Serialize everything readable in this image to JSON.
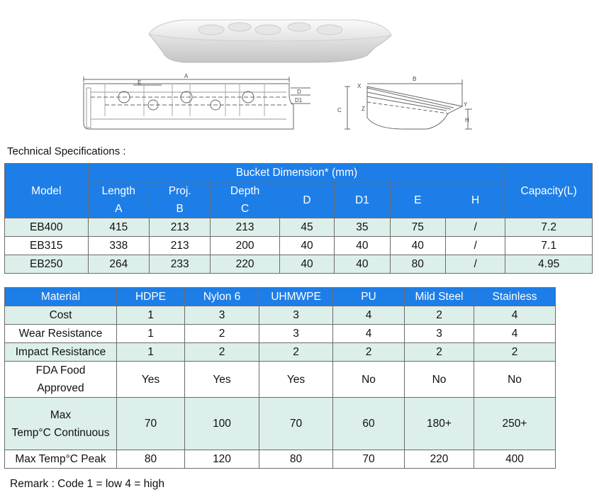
{
  "figure": {
    "front_labels": [
      "A",
      "E",
      "D",
      "D1"
    ],
    "side_labels": [
      "B",
      "X",
      "C",
      "Z",
      "Y",
      "H"
    ]
  },
  "spec_title": "Technical Specifications :",
  "spec_table": {
    "model_header": "Model",
    "group_header": "Bucket Dimension* (mm)",
    "capacity_header": "Capacity(L)",
    "dim_headers": [
      {
        "line1": "Length",
        "line2": "A"
      },
      {
        "line1": "Proj.",
        "line2": "B"
      },
      {
        "line1": "Depth",
        "line2": "C"
      },
      {
        "line1": "D",
        "line2": ""
      },
      {
        "line1": "D1",
        "line2": ""
      },
      {
        "line1": "E",
        "line2": ""
      },
      {
        "line1": "H",
        "line2": ""
      }
    ],
    "rows": [
      [
        "EB400",
        "415",
        "213",
        "213",
        "45",
        "35",
        "75",
        "/",
        "7.2"
      ],
      [
        "EB315",
        "338",
        "213",
        "200",
        "40",
        "40",
        "40",
        "/",
        "7.1"
      ],
      [
        "EB250",
        "264",
        "233",
        "220",
        "40",
        "40",
        "80",
        "/",
        "4.95"
      ]
    ]
  },
  "material_table": {
    "headers": [
      "Material",
      "HDPE",
      "Nylon 6",
      "UHMWPE",
      "PU",
      "Mild Steel",
      "Stainless"
    ],
    "rows": [
      {
        "label": [
          "Cost"
        ],
        "values": [
          "1",
          "3",
          "3",
          "4",
          "2",
          "4"
        ]
      },
      {
        "label": [
          "Wear Resistance"
        ],
        "values": [
          "1",
          "2",
          "3",
          "4",
          "3",
          "4"
        ]
      },
      {
        "label": [
          "Impact Resistance"
        ],
        "values": [
          "1",
          "2",
          "2",
          "2",
          "2",
          "2"
        ]
      },
      {
        "label": [
          "FDA Food",
          "Approved"
        ],
        "values": [
          "Yes",
          "Yes",
          "Yes",
          "No",
          "No",
          "No"
        ]
      },
      {
        "label": [
          "Max",
          "Temp°C Continuous"
        ],
        "values": [
          "70",
          "100",
          "70",
          "60",
          "180+",
          "250+"
        ]
      },
      {
        "label": [
          "Max Temp°C Peak"
        ],
        "values": [
          "80",
          "120",
          "80",
          "70",
          "220",
          "400"
        ]
      }
    ]
  },
  "remark": "Remark : Code 1 = low  4 = high",
  "colors": {
    "header_blue": "#1e7ee8",
    "row_tint": "#dcefeb",
    "border": "#6b6b6b"
  }
}
